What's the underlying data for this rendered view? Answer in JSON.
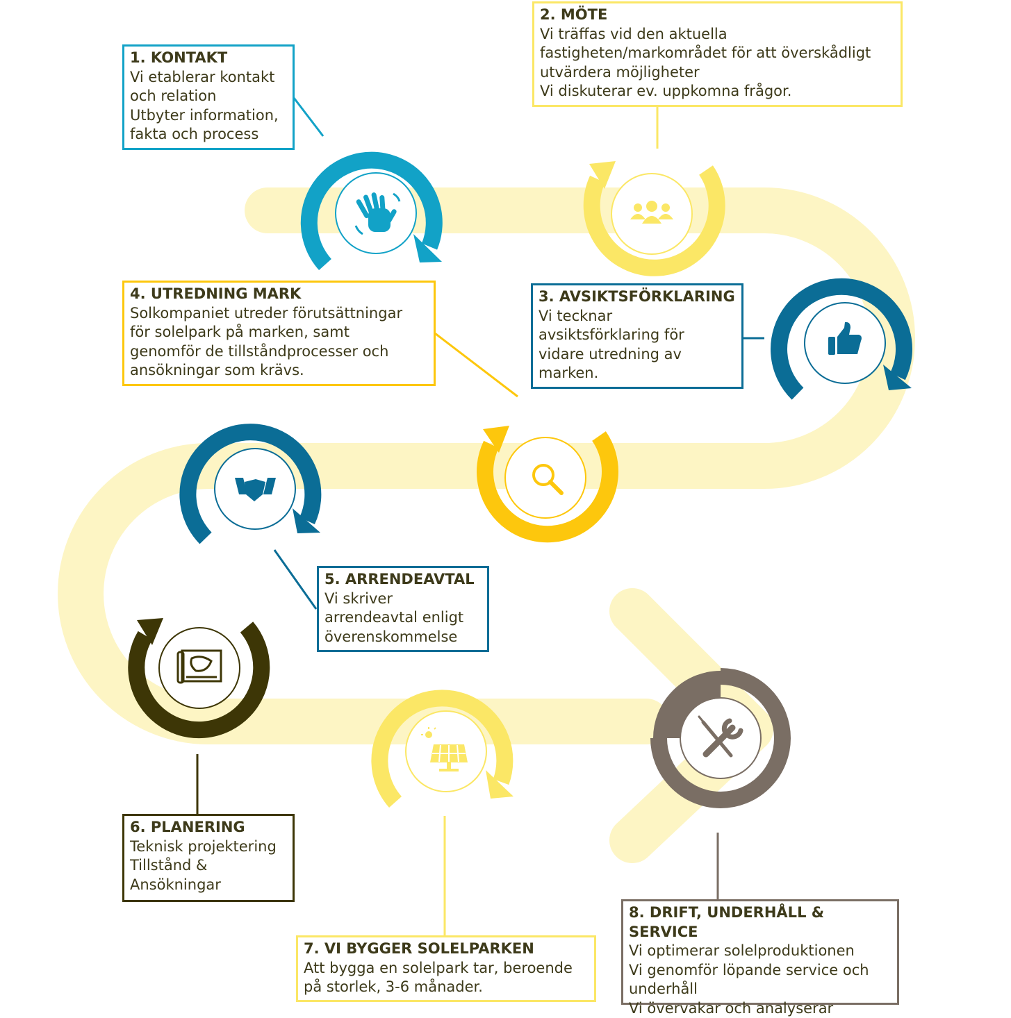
{
  "colors": {
    "road": "#fdf5c4",
    "light_blue": "#12a2c7",
    "yellow": "#fbe766",
    "dark_blue": "#0b6d96",
    "gold": "#fdc70d",
    "dark_brown": "#3d3606",
    "taupe": "#7a6e64",
    "text": "#3d3a1a"
  },
  "steps": [
    {
      "title": "1. KONTAKT",
      "lines": [
        "Vi etablerar kontakt",
        "och relation",
        "Utbyter information,",
        "fakta och process"
      ],
      "icon": "waving-hand-icon"
    },
    {
      "title": "2. MÖTE",
      "lines": [
        "Vi träffas vid den aktuella",
        "fastigheten/markområdet för att överskådligt",
        "utvärdera möjligheter",
        "Vi diskuterar ev. uppkomna frågor."
      ],
      "icon": "people-group-icon"
    },
    {
      "title": "3. AVSIKTSFÖRKLARING",
      "lines": [
        "Vi tecknar",
        "avsiktsförklaring för",
        "vidare utredning av",
        "marken."
      ],
      "icon": "thumbs-up-icon"
    },
    {
      "title": "4. UTREDNING MARK",
      "lines": [
        "Solkompaniet utreder förutsättningar",
        "för solelpark på marken, samt",
        "genomför de tillståndprocesser  och",
        "ansökningar som krävs."
      ],
      "icon": "magnifier-icon"
    },
    {
      "title": "5. ARRENDEAVTAL",
      "lines": [
        "Vi skriver",
        "arrendeavtal enligt",
        "överenskommelse"
      ],
      "icon": "handshake-icon"
    },
    {
      "title": "6. PLANERING",
      "lines": [
        "Teknisk projektering",
        "Tillstånd &",
        "Ansökningar"
      ],
      "icon": "blueprint-icon"
    },
    {
      "title": "7. VI BYGGER SOLELPARKEN",
      "lines": [
        "Att bygga en solelpark tar, beroende",
        "på storlek, 3-6 månader."
      ],
      "icon": "solar-panel-icon"
    },
    {
      "title": "8. DRIFT, UNDERHÅLL & SERVICE",
      "lines": [
        "Vi optimerar solelproduktionen",
        "Vi genomför löpande service och",
        "underhåll",
        "Vi övervakar och analyserar"
      ],
      "icon": "tools-icon"
    }
  ]
}
